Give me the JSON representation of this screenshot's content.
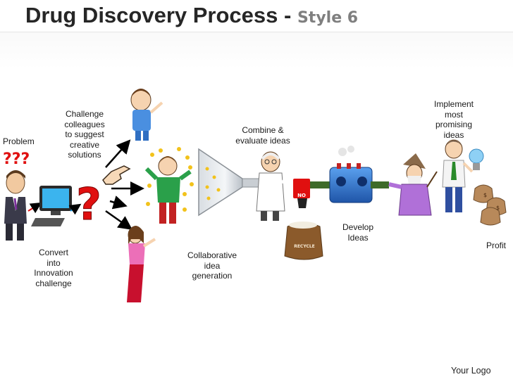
{
  "header": {
    "title": "Drug Discovery Process - ",
    "subtitle": "Style 6"
  },
  "steps": {
    "problem": "Problem",
    "problem_marks": "???",
    "challenge": [
      "Challenge",
      "colleagues",
      "to suggest",
      "creative",
      "solutions"
    ],
    "convert": [
      "Convert",
      "into",
      "Innovation",
      "challenge"
    ],
    "collaborative": [
      "Collaborative",
      "idea",
      "generation"
    ],
    "combine": [
      "Combine &",
      "evaluate ideas"
    ],
    "develop": [
      "Develop",
      "Ideas"
    ],
    "implement": [
      "Implement",
      "most",
      "promising",
      "ideas"
    ],
    "profit": "Profit"
  },
  "stamps": {
    "no": "NO",
    "recycle": "RECYCLE"
  },
  "footer": {
    "logo": "Your Logo"
  },
  "colors": {
    "arrow": "#000000",
    "accent_blue": "#1e9be6",
    "question_red": "#e01010",
    "machine_blue": "#2a6cc7",
    "pipe_green": "#3e6b2a",
    "sack_brown": "#8b5a2b",
    "wizard_purple": "#b070d8"
  }
}
